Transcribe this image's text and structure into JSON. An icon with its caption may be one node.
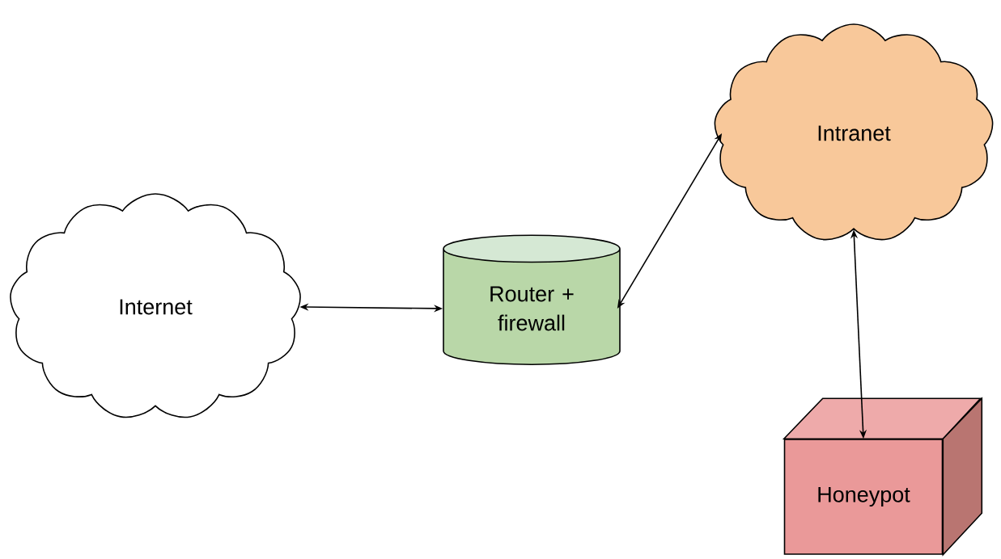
{
  "diagram": {
    "nodes": [
      {
        "text": [
          "Internet"
        ]
      },
      {
        "text": [
          "Router + firewall"
        ]
      },
      {
        "text": [
          "Intranet"
        ]
      },
      {
        "text": [
          "Honeypot"
        ]
      }
    ],
    "edges": [
      {
        "from": 0,
        "to": 1,
        "arrow": "both"
      },
      {
        "from": 1,
        "to": 2,
        "arrow": "both"
      },
      {
        "from": 2,
        "to": 3,
        "arrow": "both"
      }
    ]
  }
}
